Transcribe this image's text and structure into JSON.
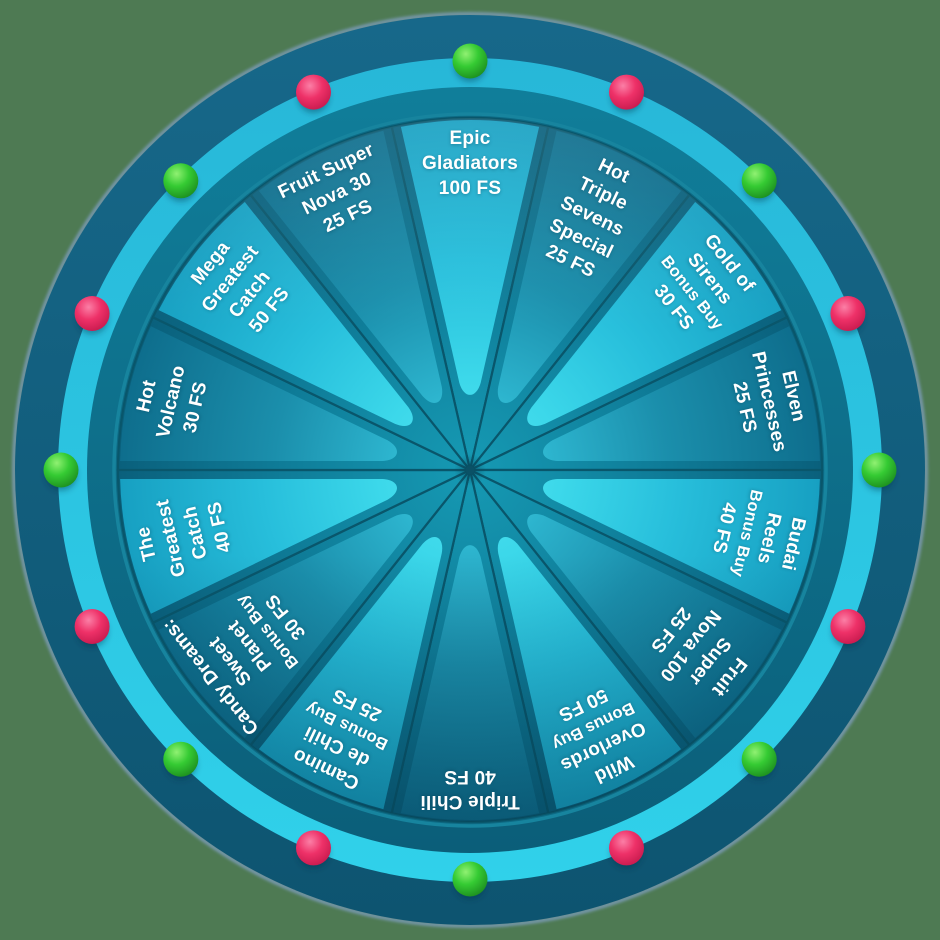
{
  "app": {
    "description_label": "Free spins bonus prize wheel",
    "segment_count": 14,
    "light_count": 16
  },
  "colors": {
    "bg": "#4e7a53",
    "halo": "#8ca7db",
    "outerRingTop": "#17688a",
    "outerRingBottom": "#0d5470",
    "rimTop": "#27b7d8",
    "rimBottom": "#30d1ea",
    "innerRingTop": "#107e9a",
    "innerRingBottom": "#0b5e79",
    "faceBase": "#0d6a84",
    "bevel": "#17849e",
    "segLightIn": "#52e2f2",
    "segLightMid": "#27bedb",
    "segLightOut": "#17a0c2",
    "segDarkIn": "#44d4e6",
    "segDarkMid": "#1b8fac",
    "segDarkOut": "#0e6e8d",
    "wedgeIn": "#169ab4",
    "wedgeMid": "#0f7e9a",
    "wedgeOut": "#0a607c",
    "separator": "#09566b",
    "ballGreen": "#35cb33",
    "ballGreenHi": "#90f172",
    "ballGreenEdge": "#1e9220",
    "ballPink": "#ee3168",
    "ballPinkHi": "#fb7fa6",
    "ballPinkEdge": "#c81a4e",
    "text": "#ffffff"
  },
  "wheel": {
    "segments": [
      {
        "title": "Epic\nGladiators",
        "bonus": "",
        "fs": "100 FS",
        "tone": "light"
      },
      {
        "title": "Hot\nTriple\nSevens\nSpecial",
        "bonus": "",
        "fs": "25 FS",
        "tone": "dark"
      },
      {
        "title": "Gold of\nSirens",
        "bonus": "Bonus Buy",
        "fs": "30 FS",
        "tone": "light"
      },
      {
        "title": "Elven\nPrincesses",
        "bonus": "",
        "fs": "25 FS",
        "tone": "dark"
      },
      {
        "title": "Budai\nReels",
        "bonus": "Bonus Buy",
        "fs": "40 FS",
        "tone": "light"
      },
      {
        "title": "Fruit\nSuper\nNova 100",
        "bonus": "",
        "fs": "25 FS",
        "tone": "dark"
      },
      {
        "title": "Wild\nOverlords",
        "bonus": "Bonus Buy",
        "fs": "50 FS",
        "tone": "light"
      },
      {
        "title": "Triple Chili",
        "bonus": "",
        "fs": "40 FS",
        "tone": "dark"
      },
      {
        "title": "Camino\nde Chili",
        "bonus": "Bonus Buy",
        "fs": "25 FS",
        "tone": "light"
      },
      {
        "title": "Candy Dreams:\nSweet\nPlanet",
        "bonus": "Bonus Buy",
        "fs": "30 FS",
        "tone": "dark"
      },
      {
        "title": "The\nGreatest\nCatch",
        "bonus": "",
        "fs": "40 FS",
        "tone": "light"
      },
      {
        "title": "Hot\nVolcano",
        "bonus": "",
        "fs": "30 FS",
        "tone": "dark"
      },
      {
        "title": "Mega\nGreatest\nCatch",
        "bonus": "",
        "fs": "50 FS",
        "tone": "light"
      },
      {
        "title": "Fruit Super\nNova 30",
        "bonus": "",
        "fs": "25 FS",
        "tone": "dark"
      }
    ],
    "lights": {
      "green": "#35cb33",
      "pink": "#ee3168",
      "pattern": [
        "green",
        "pink",
        "green",
        "pink",
        "green",
        "pink",
        "green",
        "pink",
        "green",
        "pink",
        "green",
        "pink",
        "green",
        "pink",
        "green",
        "pink"
      ]
    }
  }
}
